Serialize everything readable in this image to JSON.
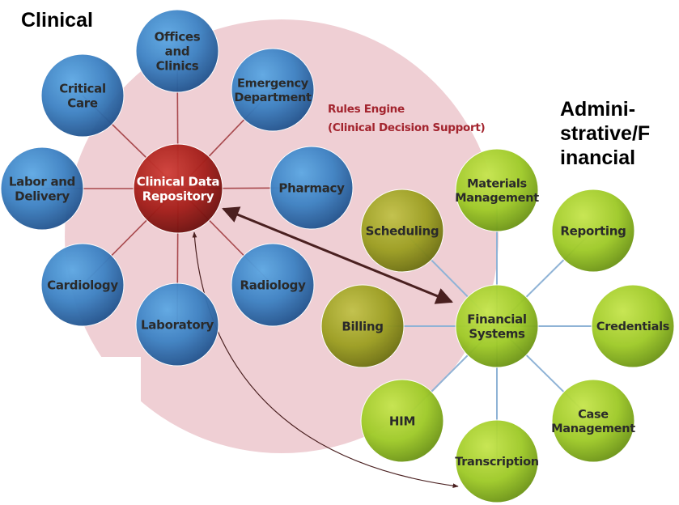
{
  "headings": {
    "clinical": "Clinical",
    "admin_lines": [
      "Admini-",
      "strative/F",
      "inancial"
    ]
  },
  "rules_engine": {
    "line1": "Rules Engine",
    "line2": "(Clinical Decision Support)"
  },
  "clinical_hub": {
    "id": "cdr",
    "lines": [
      "Clinical Data",
      "Repository"
    ]
  },
  "clinical_nodes": [
    {
      "id": "offices",
      "lines": [
        "Offices",
        "and",
        "Clinics"
      ]
    },
    {
      "id": "emergency",
      "lines": [
        "Emergency",
        "Department"
      ]
    },
    {
      "id": "critical-care",
      "lines": [
        "Critical",
        "Care"
      ]
    },
    {
      "id": "pharmacy",
      "lines": [
        "Pharmacy"
      ]
    },
    {
      "id": "labor",
      "lines": [
        "Labor and",
        "Delivery"
      ]
    },
    {
      "id": "cardiology",
      "lines": [
        "Cardiology"
      ]
    },
    {
      "id": "radiology",
      "lines": [
        "Radiology"
      ]
    },
    {
      "id": "laboratory",
      "lines": [
        "Laboratory"
      ]
    }
  ],
  "admin_hub": {
    "id": "financial",
    "lines": [
      "Financial",
      "Systems"
    ]
  },
  "admin_nodes": [
    {
      "id": "materials",
      "lines": [
        "Materials",
        "Management"
      ]
    },
    {
      "id": "scheduling",
      "lines": [
        "Scheduling"
      ]
    },
    {
      "id": "reporting",
      "lines": [
        "Reporting"
      ]
    },
    {
      "id": "billing",
      "lines": [
        "Billing"
      ]
    },
    {
      "id": "credentials",
      "lines": [
        "Credentials"
      ]
    },
    {
      "id": "him",
      "lines": [
        "HIM"
      ]
    },
    {
      "id": "case-management",
      "lines": [
        "Case",
        "Management"
      ]
    },
    {
      "id": "transcription",
      "lines": [
        "Transcription"
      ]
    }
  ],
  "colors": {
    "blue_node": "#4a86c6",
    "red_hub": "#b8261f",
    "green_node": "#a9d22e",
    "olive_node": "#a4a82a",
    "rules_text": "#a3242e",
    "halo": "#ecc7cc",
    "clinical_spoke": "#a8494d",
    "admin_spoke": "#8fb3d6",
    "arrow": "#4a2020"
  }
}
